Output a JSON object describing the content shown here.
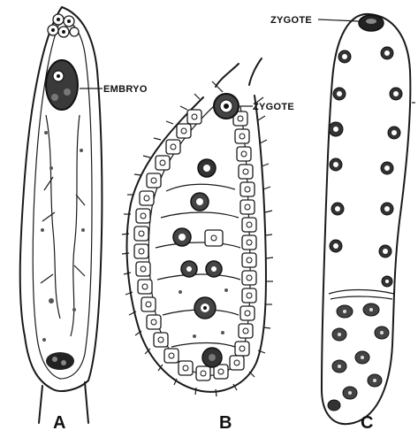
{
  "figure": {
    "panels": [
      {
        "id": "A",
        "label": "A",
        "callout": "EMBRYO"
      },
      {
        "id": "B",
        "label": "B",
        "callout": "ZYGOTE"
      },
      {
        "id": "C",
        "label": "C",
        "callout": "ZYGOTE"
      }
    ],
    "colors": {
      "ink": "#1a1a1a",
      "background": "#ffffff"
    }
  }
}
